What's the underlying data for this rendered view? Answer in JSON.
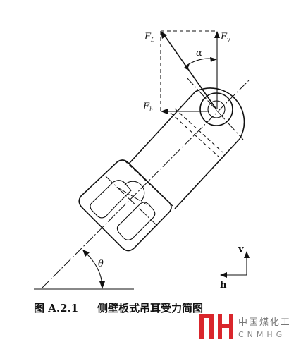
{
  "labels": {
    "fl": "F",
    "fl_sub": "L",
    "fv": "F",
    "fv_sub": "v",
    "fh": "F",
    "fh_sub": "h",
    "alpha": "α",
    "theta": "θ",
    "axis_v": "v",
    "axis_h": "h"
  },
  "caption": {
    "number": "图 A.2.1",
    "title": "侧壁板式吊耳受力简图"
  },
  "watermark": {
    "cn": "中国煤化工",
    "en": "CNMHG"
  },
  "colors": {
    "ink": "#111111",
    "watermark_red": "#d9262c"
  }
}
